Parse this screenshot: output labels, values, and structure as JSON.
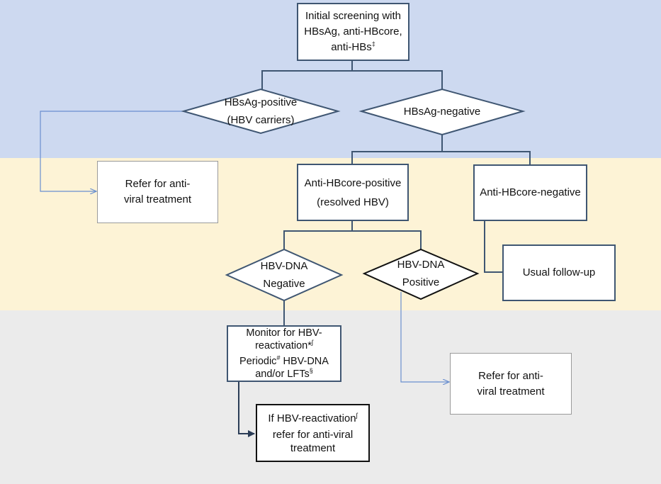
{
  "nodes": {
    "initial_screening": {
      "line1": "Initial screening with",
      "line2": "HBsAg, anti-HBcore,",
      "line3": "anti-HBs",
      "line3_sup": "‡"
    },
    "hbsag_positive": {
      "line1": "HBsAg-positive",
      "line2": "(HBV carriers)"
    },
    "hbsag_negative": {
      "line1": "HBsAg-negative"
    },
    "refer_top": {
      "line1": "Refer for anti-",
      "line2": "viral treatment"
    },
    "anti_hbcore_positive": {
      "line1": "Anti-HBcore-positive",
      "line2": "(resolved HBV)"
    },
    "anti_hbcore_negative": {
      "line1": "Anti-HBcore-negative"
    },
    "usual_followup": {
      "line1": "Usual follow-up"
    },
    "hbv_dna_negative": {
      "line1": "HBV-DNA",
      "line2": "Negative"
    },
    "hbv_dna_positive": {
      "line1": "HBV-DNA",
      "line2": "Positive"
    },
    "monitor": {
      "line1": "Monitor for HBV-",
      "line2": "reactivation*",
      "line2_sup": "ʃ",
      "line3": "Periodic",
      "line3_sup": "#",
      "line3_rest": " HBV-DNA",
      "line4": "and/or LFTs",
      "line4_sup": "§"
    },
    "refer_bottom": {
      "line1": "Refer for anti-",
      "line2": "viral treatment"
    },
    "if_reactivation": {
      "line1": "If HBV-reactivation",
      "line1_sup": "ʃ",
      "line2": "refer for anti-viral",
      "line3": "treatment"
    }
  },
  "colors": {
    "band_top": "#cdd9f0",
    "band_middle": "#fdf3d6",
    "band_bottom": "#ebebeb",
    "connector_navy": "#3f5672",
    "connector_light": "#6a8fcf"
  }
}
